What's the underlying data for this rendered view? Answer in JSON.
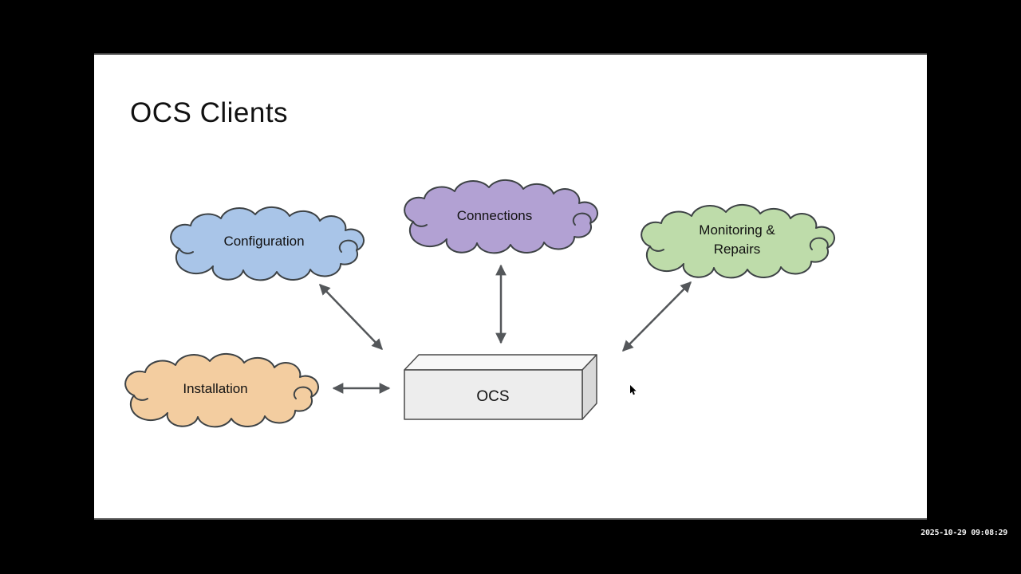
{
  "slide": {
    "title": "OCS Clients",
    "background": "#ffffff"
  },
  "clouds": [
    {
      "id": "configuration",
      "label": "Configuration",
      "fill": "#a9c5e8",
      "stroke": "#3d4245"
    },
    {
      "id": "connections",
      "label": "Connections",
      "fill": "#b2a1d3",
      "stroke": "#3d4245"
    },
    {
      "id": "monitoring-repairs",
      "label_line1": "Monitoring &",
      "label_line2": "Repairs",
      "fill": "#bedcaa",
      "stroke": "#3d4245"
    },
    {
      "id": "installation",
      "label": "Installation",
      "fill": "#f3cda0",
      "stroke": "#3d4245"
    }
  ],
  "server_box": {
    "label": "OCS",
    "front_fill": "#ededed",
    "top_fill": "#f7f7f7",
    "side_fill": "#d9d9d9",
    "stroke": "#4a4a4a"
  },
  "arrows": {
    "color": "#54575a"
  },
  "status_bar": {
    "timestamp": "2025-10-29 09:08:29"
  },
  "frame": {
    "letterbox_color": "#000000",
    "cursor_color": "#000000"
  }
}
